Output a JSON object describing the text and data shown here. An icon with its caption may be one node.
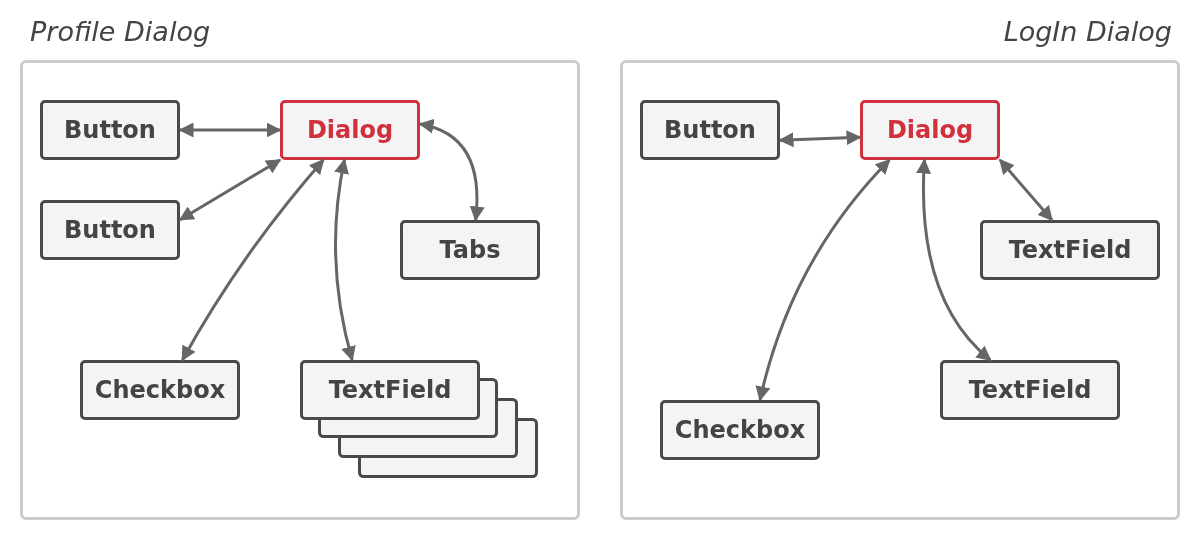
{
  "diagram": {
    "nodes": [
      {
        "text": [
          "Profile Dialog"
        ]
      },
      {
        "text": [
          "Button"
        ],
        "in": 0
      },
      {
        "text": [
          "Dialog"
        ],
        "in": 0
      },
      {
        "text": [
          "Button"
        ],
        "in": 0
      },
      {
        "text": [
          "Tabs"
        ],
        "in": 0
      },
      {
        "text": [
          "Checkbox"
        ],
        "in": 0
      },
      {
        "text": [
          "TextField"
        ],
        "in": 0
      },
      {
        "text": [
          "LogIn Dialog"
        ]
      },
      {
        "text": [
          "Button"
        ],
        "in": 7
      },
      {
        "text": [
          "Dialog"
        ],
        "in": 7
      },
      {
        "text": [
          "TextField"
        ],
        "in": 7
      },
      {
        "text": [
          "Checkbox"
        ],
        "in": 7
      },
      {
        "text": [
          "TextField"
        ],
        "in": 7
      }
    ],
    "edges": [
      {
        "from": 1,
        "to": 2,
        "arrow": "both"
      },
      {
        "from": 3,
        "to": 2,
        "arrow": "both"
      },
      {
        "from": 2,
        "to": 4,
        "arrow": "both"
      },
      {
        "from": 2,
        "to": 5,
        "arrow": "both"
      },
      {
        "from": 2,
        "to": 6,
        "arrow": "both"
      },
      {
        "from": 8,
        "to": 9,
        "arrow": "both"
      },
      {
        "from": 9,
        "to": 10,
        "arrow": "both"
      },
      {
        "from": 9,
        "to": 11,
        "arrow": "both"
      },
      {
        "from": 9,
        "to": 12,
        "arrow": "both"
      }
    ]
  }
}
